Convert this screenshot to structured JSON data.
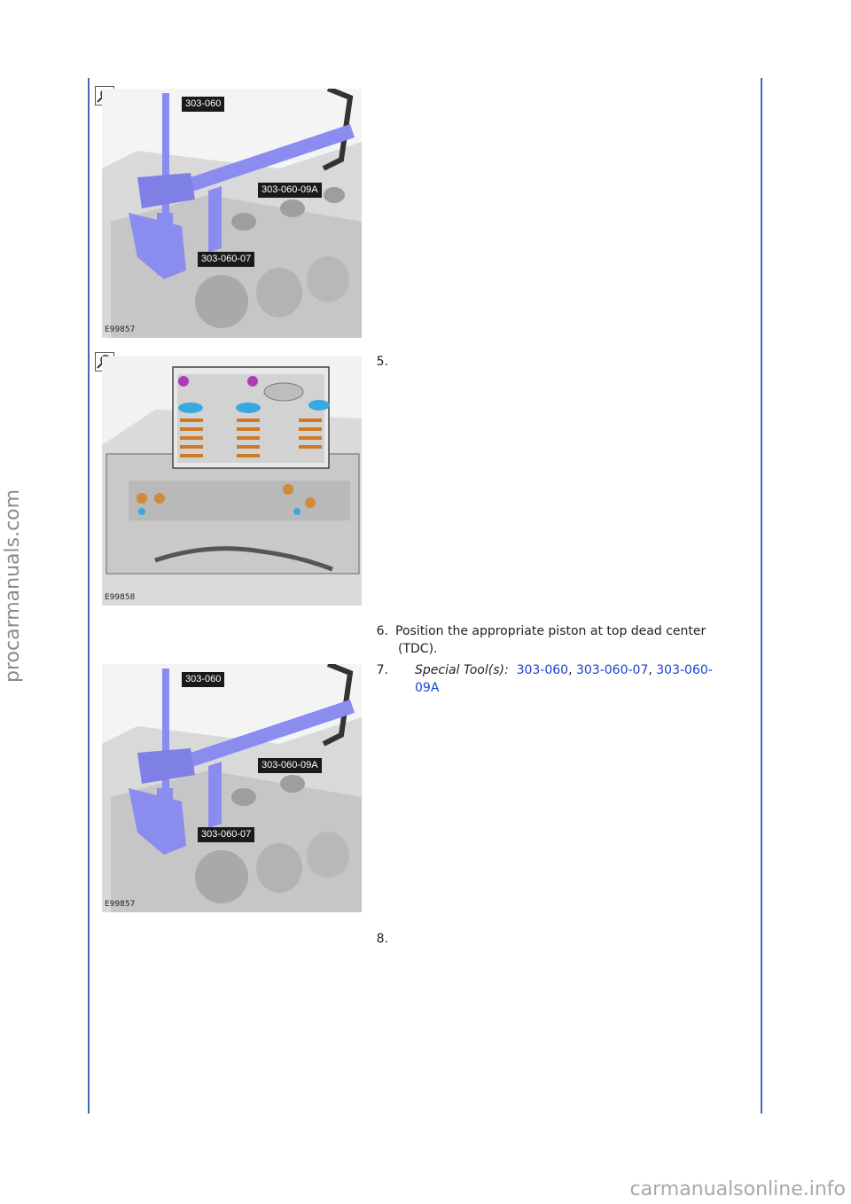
{
  "watermarks": {
    "side": "procarmanuals.com",
    "bottom": "carmanualsonline.info"
  },
  "figures": [
    {
      "id": "E99857",
      "callouts": [
        "303-060",
        "303-060-09A",
        "303-060-07"
      ]
    },
    {
      "id": "E99858",
      "callouts": []
    },
    {
      "id": "E99857",
      "callouts": [
        "303-060",
        "303-060-09A",
        "303-060-07"
      ]
    }
  ],
  "steps": {
    "s5": {
      "num": "5."
    },
    "s6": {
      "num": "6.",
      "text_line1": "Position the appropriate piston at top dead center",
      "text_line2": "(TDC)."
    },
    "s7": {
      "num": "7.",
      "label": "Special Tool(s):",
      "tools": [
        "303-060",
        "303-060-07",
        "303-060-"
      ],
      "tool_cont": "09A",
      "sep": ", "
    },
    "s8": {
      "num": "8."
    }
  },
  "icons": [
    "zoom-icon"
  ],
  "colors": {
    "rule": "#3e6cb3",
    "link": "#1a3fd1",
    "tool": "#8b8cf0"
  }
}
